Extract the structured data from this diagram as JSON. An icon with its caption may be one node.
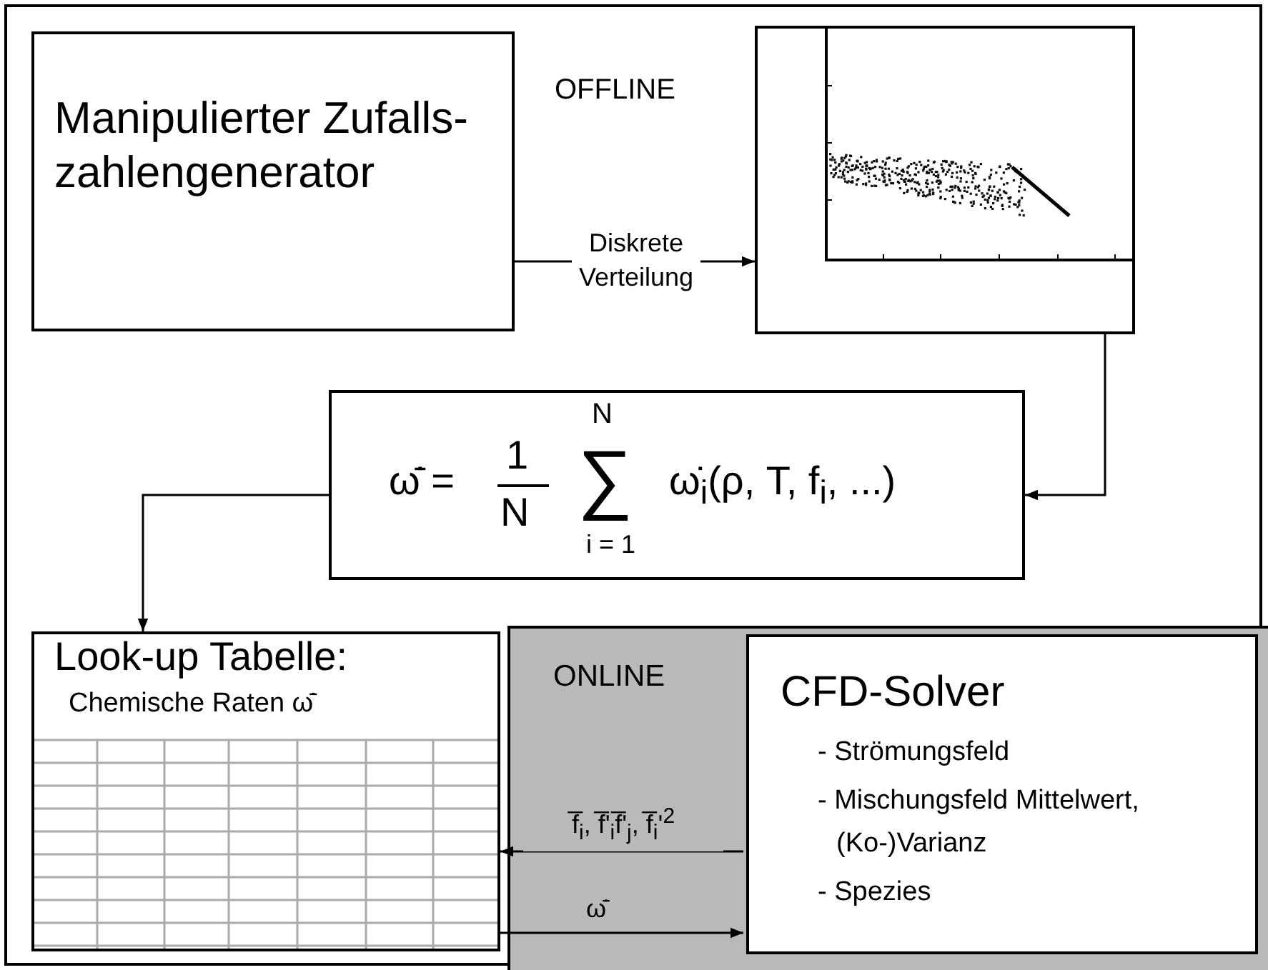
{
  "diagram": {
    "nodes": [
      {
        "text": [
          "Manipulierter Zufalls-zahlengenerator"
        ]
      },
      {
        "text": [],
        "shape": "picture"
      },
      {
        "text": [
          "ω̇̄ =",
          "1",
          "N",
          "N",
          "∑",
          "i = 1",
          "ω̇$_{i}$(ρ, T, f$_{i}$, ...)"
        ]
      },
      {
        "text": [
          "ONLINE"
        ]
      },
      {
        "text": [
          "Look-up Tabelle:",
          "Chemische Raten ω̇̄"
        ]
      },
      {
        "text": [
          "CFD-Solver",
          "- Strömungsfeld",
          "- Mischungsfeld Mittelwert, (Ko-)Varianz",
          "- Spezies"
        ],
        "in": 3
      }
    ],
    "edges": [
      {
        "from": 0,
        "to": 1,
        "arrow": "to",
        "label": "Diskrete Verteilung"
      },
      {
        "from": 1,
        "to": 2,
        "arrow": "to"
      },
      {
        "from": 2,
        "to": 4,
        "arrow": "to"
      },
      {
        "from": 5,
        "to": 4,
        "arrow": "to",
        "label": "f̅$_{i}$, f̅'$_{i}$f̅'$_{j}$, f̅$_{i}$'$^{2}$"
      },
      {
        "from": 4,
        "to": 5,
        "arrow": "to",
        "label": "ω̇̄"
      }
    ],
    "labels": [
      "OFFLINE"
    ]
  }
}
